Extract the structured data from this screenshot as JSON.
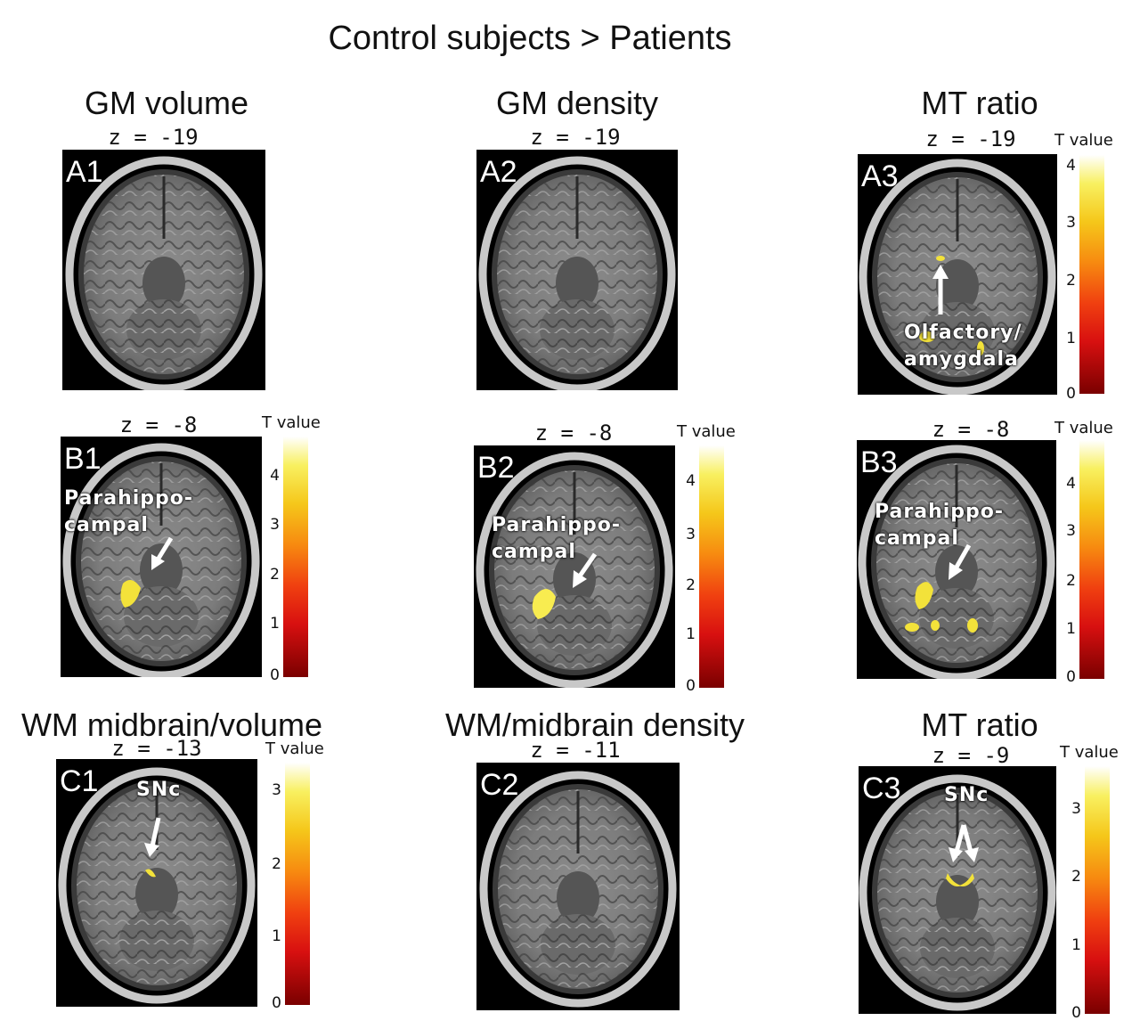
{
  "figure_title": "Control subjects > Patients",
  "columns": {
    "gm_volume": "GM volume",
    "gm_density": "GM density",
    "mt_ratio_top": "MT ratio",
    "wm_volume": "WM midbrain/volume",
    "wm_density": "WM/midbrain density",
    "mt_ratio_bottom": "MT ratio"
  },
  "panels": {
    "A1": {
      "label": "A1",
      "z": "z = -19"
    },
    "A2": {
      "label": "A2",
      "z": "z = -19"
    },
    "A3": {
      "label": "A3",
      "z": "z = -19",
      "annotation": [
        "Olfactory/",
        "amygdala"
      ]
    },
    "B1": {
      "label": "B1",
      "z": "z = -8",
      "annotation": [
        "Parahippo-",
        "campal"
      ]
    },
    "B2": {
      "label": "B2",
      "z": "z = -8",
      "annotation": [
        "Parahippo-",
        "campal"
      ]
    },
    "B3": {
      "label": "B3",
      "z": "z = -8",
      "annotation": [
        "Parahippo-",
        "campal"
      ]
    },
    "C1": {
      "label": "C1",
      "z": "z = -13",
      "annotation": [
        "SNc"
      ]
    },
    "C2": {
      "label": "C2",
      "z": "z = -11"
    },
    "C3": {
      "label": "C3",
      "z": "z = -9",
      "annotation": [
        "SNc"
      ]
    }
  },
  "colorbars": {
    "title": "T value",
    "A3": [
      "4",
      "3",
      "2",
      "1",
      "0"
    ],
    "B1": [
      "4",
      "3",
      "2",
      "1",
      "0"
    ],
    "B2": [
      "4",
      "3",
      "2",
      "1",
      "0"
    ],
    "B3": [
      "4",
      "3",
      "2",
      "1",
      "0"
    ],
    "C1": [
      "3",
      "2",
      "1",
      "0"
    ],
    "C3": [
      "3",
      "2",
      "1",
      "0"
    ]
  },
  "colors": {
    "low": "#7a0000",
    "mid": "#f04010",
    "high": "#f8f060",
    "max": "#ffffff",
    "blob": "#f3e23a"
  }
}
